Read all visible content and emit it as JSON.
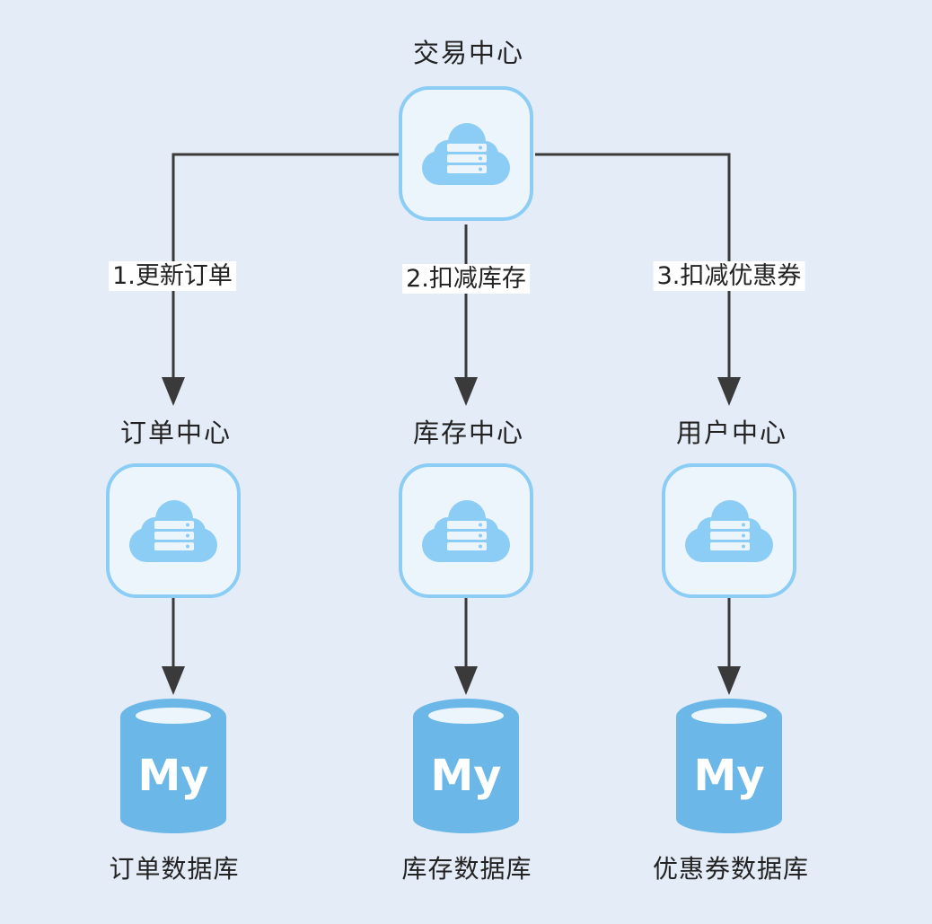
{
  "nodes": {
    "trade_center": {
      "label": "交易中心",
      "icon": "cloud-server-icon"
    },
    "order_center": {
      "label": "订单中心",
      "icon": "cloud-server-icon"
    },
    "inventory_center": {
      "label": "库存中心",
      "icon": "cloud-server-icon"
    },
    "user_center": {
      "label": "用户中心",
      "icon": "cloud-server-icon"
    }
  },
  "databases": {
    "order_db": {
      "label": "订单数据库",
      "logo_text": "My",
      "icon": "mysql-database-icon"
    },
    "inventory_db": {
      "label": "库存数据库",
      "logo_text": "My",
      "icon": "mysql-database-icon"
    },
    "coupon_db": {
      "label": "优惠券数据库",
      "logo_text": "My",
      "icon": "mysql-database-icon"
    }
  },
  "edges": [
    {
      "from": "交易中心",
      "to": "订单中心",
      "label": "1.更新订单"
    },
    {
      "from": "交易中心",
      "to": "库存中心",
      "label": "2.扣减库存"
    },
    {
      "from": "交易中心",
      "to": "用户中心",
      "label": "3.扣减优惠券"
    },
    {
      "from": "订单中心",
      "to": "订单数据库",
      "label": ""
    },
    {
      "from": "库存中心",
      "to": "库存数据库",
      "label": ""
    },
    {
      "from": "用户中心",
      "to": "优惠券数据库",
      "label": ""
    }
  ],
  "colors": {
    "background": "#e4ecf7",
    "accent_light": "#8ccdf5",
    "accent_db": "#6bb8e8",
    "line": "#3a3a3a"
  }
}
